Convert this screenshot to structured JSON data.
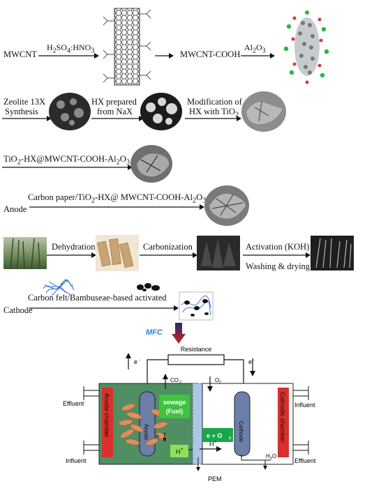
{
  "row1": {
    "mwcnt": "MWCNT",
    "acid_html": "H<sub>2</sub>SO<sub>4</sub>:HNO<sub>3</sub>",
    "mwcnt_cooh": "MWCNT-COOH",
    "al2o3_html": "Al<sub>2</sub>O<sub>3</sub>"
  },
  "row2": {
    "zeolite_line1": "Zeolite 13X",
    "zeolite_line2": "Synthesis",
    "hx_line1": "HX prepared",
    "hx_line2": "from NaX",
    "mod_line1": "Modification of",
    "mod_line2_html": "HX with TiO<sub>2</sub>"
  },
  "row3": {
    "composite_html": "TiO<sub>2</sub>-HX@MWCNT-COOH-Al<sub>2</sub>O<sub>3</sub>"
  },
  "row4": {
    "anode_formula_html": "Carbon paper/TiO<sub>2</sub>-HX@ MWCNT-COOH-Al<sub>2</sub>O<sub>3</sub>",
    "anode": "Anode"
  },
  "row5": {
    "dehydration": "Dehydration",
    "carbonization": "Carbonization",
    "activation": "Activation (KOH)",
    "washing": "Washing & drying"
  },
  "row6": {
    "cathode_formula": "Carbon felt/Bambuseae-based activated",
    "cathode": "Cathode"
  },
  "mfc": {
    "title": "MFC",
    "resistance": "Resistance",
    "e_left": "e",
    "e_right": "e",
    "co2": "CO",
    "o2": "O",
    "anode_chamber": "Anode chamber",
    "cathodic_chamber": "Cathodic chamber",
    "anode": "Anode",
    "cathode": "Cathode",
    "sewage": "sewage",
    "fuel": "(Fuel)",
    "hplus_box": "H",
    "hplus": "H",
    "e_o2": "e + O",
    "h2o": "H",
    "pem": "PEM",
    "effluent_top": "Effluent",
    "influent_bottom": "Influent",
    "influent_top": "Influent",
    "effluent_bottom": "Effluent",
    "e_small": "e"
  },
  "colors": {
    "green_chamber": "#4f8f62",
    "red_bar": "#d9302c",
    "electrode_blue": "#6b7fa8",
    "green_box": "#3ec43e",
    "pem_blue": "#aec6e6",
    "mfc_arrow": "#d41e1e",
    "mfc_text": "#2d80d6"
  }
}
